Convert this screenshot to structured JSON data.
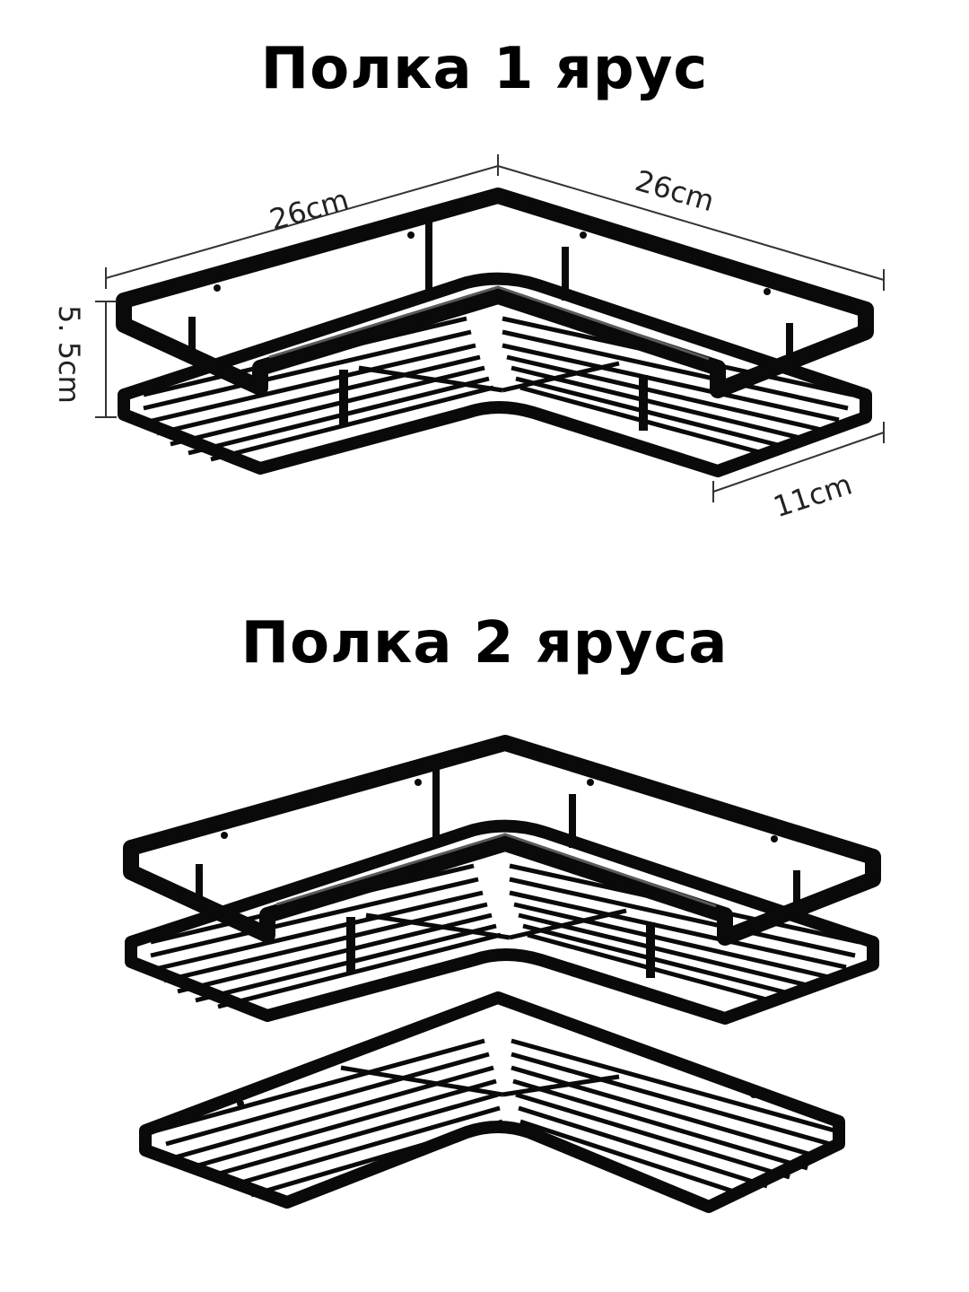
{
  "section1": {
    "title": "Полка 1 ярус",
    "dimensions": {
      "left_width": "26cm",
      "right_width": "26cm",
      "height": "5. 5cm",
      "depth": "11cm"
    }
  },
  "section2": {
    "title": "Полка 2 яруса"
  },
  "colors": {
    "shelf": "#0a0a0a",
    "highlight": "#5a5a5a",
    "dimension_line": "#333333",
    "background": "#ffffff"
  }
}
